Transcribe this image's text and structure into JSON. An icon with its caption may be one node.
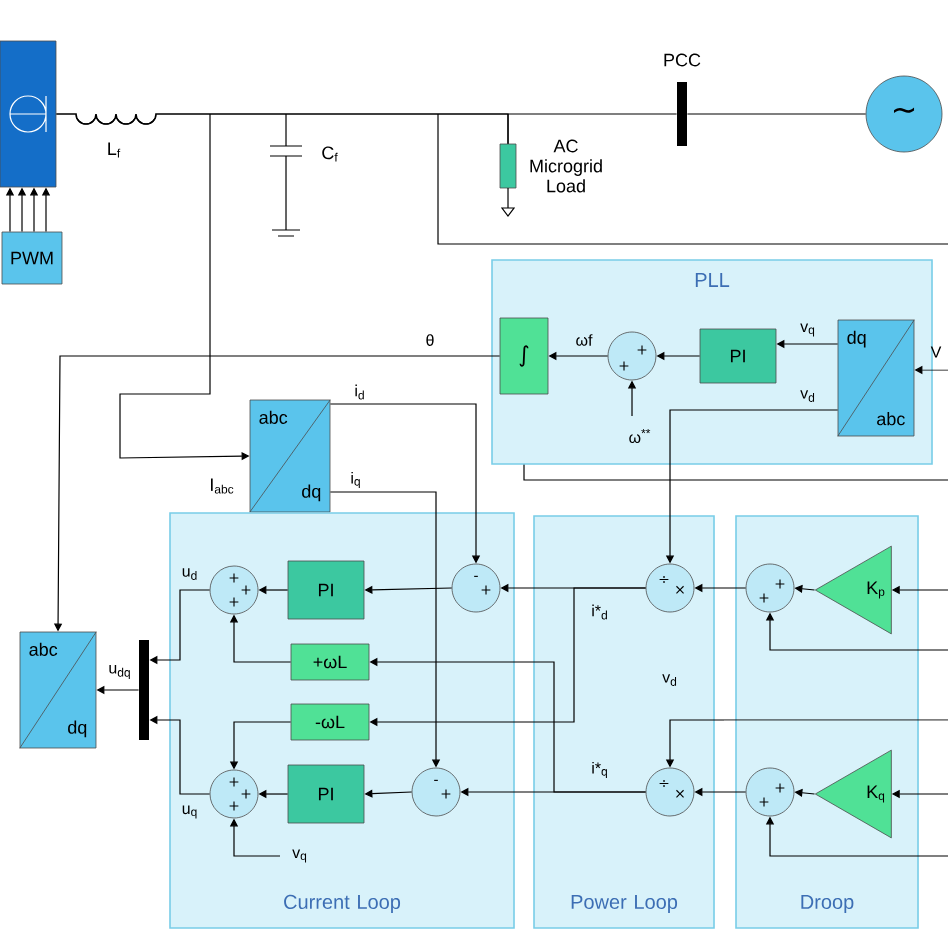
{
  "diagram": {
    "nodes": [
      {
        "text": [],
        "shape": "box"
      },
      {
        "text": [
          "PWM"
        ]
      },
      {
        "text": [],
        "shape": "bar",
        "beside": [
          "PCC"
        ]
      },
      {
        "text": [],
        "shape": "box",
        "beside": [
          "AC Microgrid Load"
        ]
      },
      {
        "text": [
          "~"
        ]
      },
      {
        "text": [
          "PLL"
        ]
      },
      {
        "text": [
          "∫"
        ],
        "in": 5
      },
      {
        "text": [
          "+",
          "+"
        ],
        "in": 5
      },
      {
        "text": [
          "PI"
        ],
        "in": 5
      },
      {
        "text": [
          "dq",
          "abc"
        ],
        "in": 5
      },
      {
        "text": [
          "abc",
          "dq"
        ]
      },
      {
        "text": [
          "Current Loop"
        ]
      },
      {
        "text": [
          "+",
          "+",
          "+"
        ],
        "in": 11
      },
      {
        "text": [
          "PI"
        ],
        "in": 11
      },
      {
        "text": [
          "+ωL"
        ],
        "in": 11
      },
      {
        "text": [
          "-ωL"
        ],
        "in": 11
      },
      {
        "text": [
          "+",
          "+",
          "+"
        ],
        "in": 11
      },
      {
        "text": [
          "PI"
        ],
        "in": 11
      },
      {
        "text": [
          "-",
          "+"
        ],
        "in": 11
      },
      {
        "text": [
          "-",
          "+"
        ],
        "in": 11
      },
      {
        "text": [
          "Power Loop"
        ]
      },
      {
        "text": [
          "÷",
          "×"
        ],
        "in": 20
      },
      {
        "text": [
          "÷",
          "×"
        ],
        "in": 20
      },
      {
        "text": [
          "Droop"
        ]
      },
      {
        "text": [
          "+",
          "+"
        ],
        "in": 23
      },
      {
        "text": [
          "K$_{p}$"
        ],
        "in": 23
      },
      {
        "text": [
          "+",
          "+"
        ],
        "in": 23
      },
      {
        "text": [
          "K$_{q}$"
        ],
        "in": 23
      },
      {
        "text": [
          "abc",
          "dq"
        ]
      },
      {
        "text": [],
        "shape": "bar"
      }
    ],
    "edges": [
      {
        "from": 0,
        "to": 2,
        "arrow": "none"
      },
      {
        "from": 2,
        "to": 4,
        "arrow": "none"
      },
      {
        "from": 1,
        "to": 0,
        "arrow": "to"
      },
      {
        "from": 1,
        "to": 0,
        "arrow": "to"
      },
      {
        "from": 1,
        "to": 0,
        "arrow": "to"
      },
      {
        "from": 1,
        "to": 0,
        "arrow": "to"
      },
      {
        "from": null,
        "to": 10,
        "arrow": "to"
      },
      {
        "from": 6,
        "to": 28,
        "arrow": "to",
        "label": "θ"
      },
      {
        "from": 10,
        "to": 18,
        "arrow": "to",
        "label": "i$_{d}$"
      },
      {
        "from": 10,
        "to": 19,
        "arrow": "to",
        "label": "i$_{q}$"
      },
      {
        "from": 9,
        "to": 8,
        "arrow": "to",
        "label": "v$_{q}$"
      },
      {
        "from": 8,
        "to": 7,
        "arrow": "to"
      },
      {
        "from": 7,
        "to": 6,
        "arrow": "to",
        "label": "ωf"
      },
      {
        "from": null,
        "to": 7,
        "arrow": "to",
        "label": "ω$^{**}$"
      },
      {
        "from": 9,
        "to": 21,
        "arrow": "to",
        "label": "v$_{d}$"
      },
      {
        "from": null,
        "to": 9,
        "arrow": "to",
        "label": "V"
      },
      {
        "from": 13,
        "to": 12,
        "arrow": "to"
      },
      {
        "from": 18,
        "to": 13,
        "arrow": "to"
      },
      {
        "from": 14,
        "to": 12,
        "arrow": "to"
      },
      {
        "from": 15,
        "to": 16,
        "arrow": "to"
      },
      {
        "from": 17,
        "to": 16,
        "arrow": "to"
      },
      {
        "from": 19,
        "to": 17,
        "arrow": "to"
      },
      {
        "from": 12,
        "to": 29,
        "arrow": "to",
        "label": "u$_{d}$"
      },
      {
        "from": 16,
        "to": 29,
        "arrow": "to",
        "label": "u$_{q}$"
      },
      {
        "from": null,
        "to": 16,
        "arrow": "to",
        "label": "v$_{q}$"
      },
      {
        "from": 29,
        "to": 28,
        "arrow": "to",
        "label": "u$_{dq}$"
      },
      {
        "from": 21,
        "to": 18,
        "arrow": "to",
        "label": "i*$_{d}$"
      },
      {
        "from": 22,
        "to": 19,
        "arrow": "to",
        "label": "i*$_{q}$"
      },
      {
        "from": 21,
        "to": 15,
        "arrow": "to"
      },
      {
        "from": 22,
        "to": 14,
        "arrow": "to"
      },
      {
        "from": 24,
        "to": 21,
        "arrow": "to"
      },
      {
        "from": 25,
        "to": 24,
        "arrow": "to"
      },
      {
        "from": 26,
        "to": 22,
        "arrow": "to"
      },
      {
        "from": 27,
        "to": 26,
        "arrow": "to"
      },
      {
        "from": null,
        "to": 25,
        "arrow": "to"
      },
      {
        "from": null,
        "to": 27,
        "arrow": "to"
      },
      {
        "from": null,
        "to": 24,
        "arrow": "to"
      },
      {
        "from": null,
        "to": 26,
        "arrow": "to"
      },
      {
        "from": null,
        "to": 22,
        "arrow": "to",
        "label": "v$_{d}$"
      },
      {
        "from": 0,
        "to": 3,
        "arrow": "none"
      }
    ],
    "labels": [
      "L$_{f}$",
      "C$_{f}$",
      "I$_{abc}$"
    ]
  }
}
